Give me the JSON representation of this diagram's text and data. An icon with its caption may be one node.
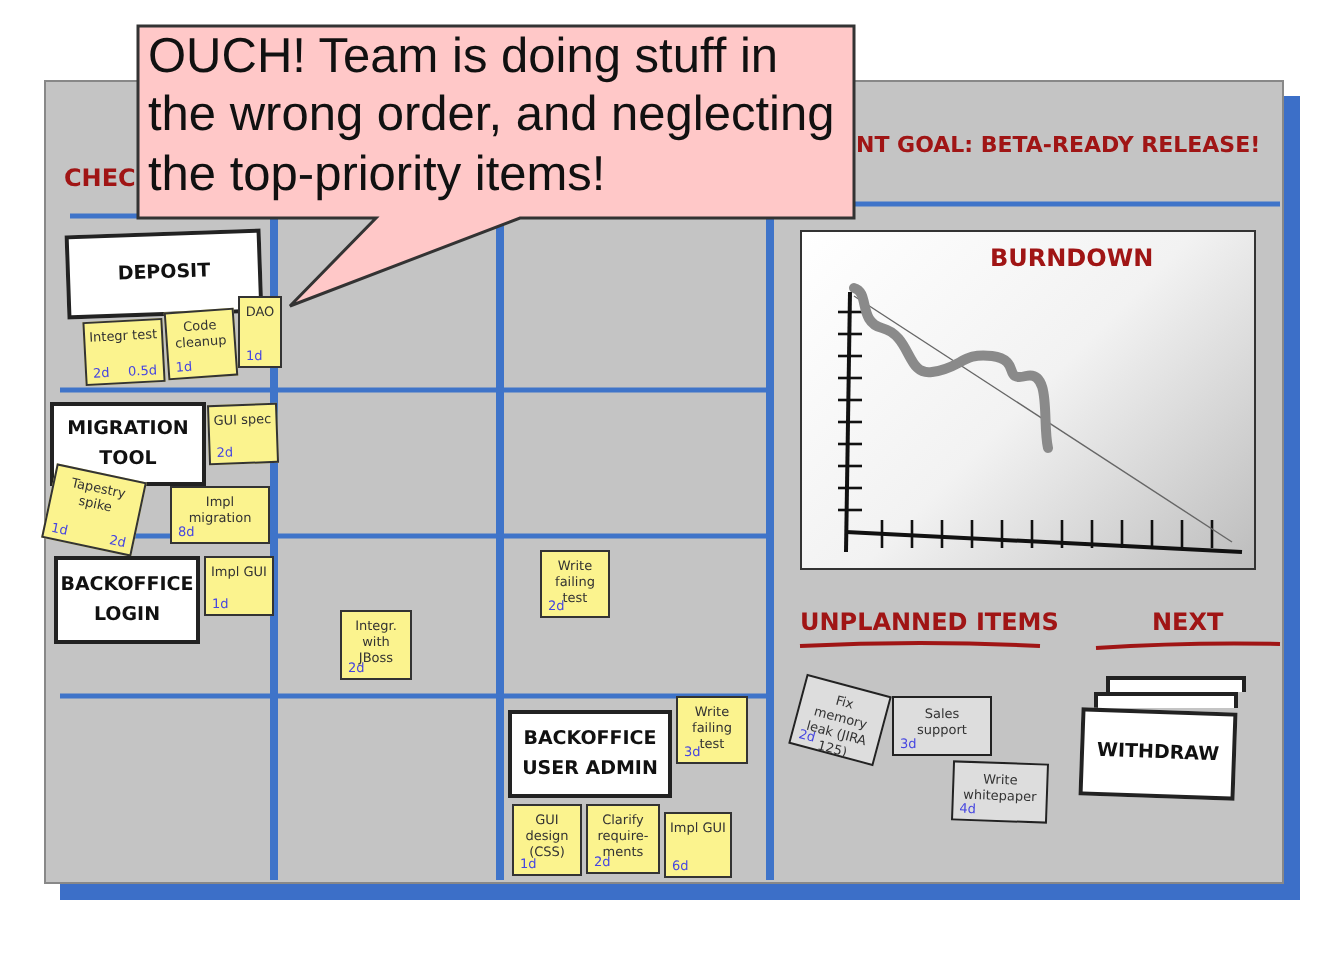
{
  "diagram": {
    "nodes": [
      {
        "text": [
          "OUCH! Team is doing stuff in the wrong order, and neglecting the top-priority items!"
        ]
      },
      {
        "text": [
          "DEPOSIT"
        ]
      },
      {
        "text": [
          "DAO",
          "1d"
        ]
      },
      {
        "text": [
          "Integr test",
          "2d",
          "0.5d"
        ]
      },
      {
        "text": [
          "Code cleanup",
          "1d"
        ]
      },
      {
        "text": [
          "MIGRATION TOOL"
        ]
      },
      {
        "text": [
          "GUI spec",
          "2d"
        ]
      },
      {
        "text": [
          "Tapestry spike",
          "1d",
          "2d"
        ]
      },
      {
        "text": [
          "Impl migration",
          "8d"
        ]
      },
      {
        "text": [
          "BACKOFFICE LOGIN"
        ]
      },
      {
        "text": [
          "Impl GUI",
          "1d"
        ]
      },
      {
        "text": [
          "Integr. with JBoss",
          "2d"
        ]
      },
      {
        "text": [
          "Write failing test",
          "2d"
        ]
      },
      {
        "text": [
          "BACKOFFICE USER ADMIN"
        ]
      },
      {
        "text": [
          "Write failing test",
          "3d"
        ]
      },
      {
        "text": [
          "GUI design (CSS)",
          "1d"
        ]
      },
      {
        "text": [
          "Clarify require- ments",
          "2d"
        ]
      },
      {
        "text": [
          "Impl GUI",
          "6d"
        ]
      },
      {
        "text": [
          "BURNDOWN"
        ]
      },
      {
        "text": [
          "Fix memory leak (JIRA 125)",
          "2d"
        ]
      },
      {
        "text": [
          "Sales support",
          "3d"
        ]
      },
      {
        "text": [
          "Write whitepaper",
          "4d"
        ]
      },
      {
        "text": [],
        "shape": "box"
      },
      {
        "text": [],
        "shape": "box"
      },
      {
        "text": [
          "WITHDRAW"
        ]
      }
    ],
    "labels": [
      "CHEC",
      "NT GOAL: BETA-READY RELEASE!",
      "UNPLANNED ITEMS",
      "NEXT"
    ]
  }
}
